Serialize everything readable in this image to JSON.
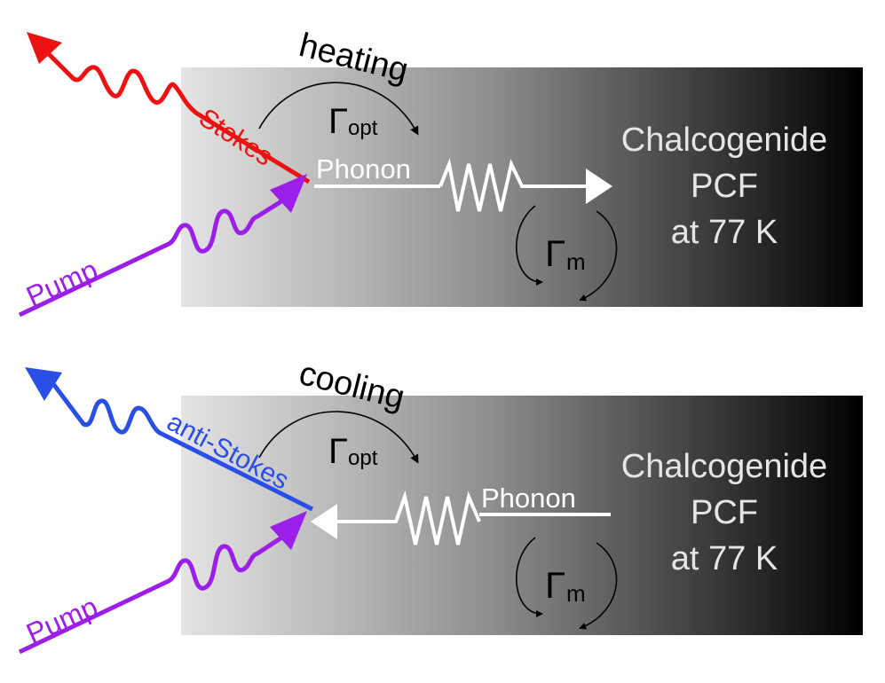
{
  "panels": [
    {
      "process": "heating",
      "scattered": "Stokes",
      "pump": "Pump",
      "phonon": "Phonon",
      "gamma_opt": "Γ",
      "gamma_opt_sub": "opt",
      "gamma_m": "Γ",
      "gamma_m_sub": "m",
      "material_line1": "Chalcogenide",
      "material_line2": "PCF",
      "material_line3": "at 77 K",
      "scattered_color": "#ee1111"
    },
    {
      "process": "cooling",
      "scattered": "anti-Stokes",
      "pump": "Pump",
      "phonon": "Phonon",
      "gamma_opt": "Γ",
      "gamma_opt_sub": "opt",
      "gamma_m": "Γ",
      "gamma_m_sub": "m",
      "material_line1": "Chalcogenide",
      "material_line2": "PCF",
      "material_line3": "at 77 K",
      "scattered_color": "#2a4fe6"
    }
  ],
  "colors": {
    "pump": "#9b1fe8",
    "phonon": "#ffffff",
    "material_text": "#e6e6e6",
    "gradient_start": "#e4e4e4",
    "gradient_end": "#000000"
  }
}
